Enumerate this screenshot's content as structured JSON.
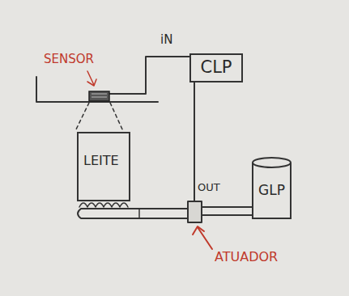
{
  "diagram": {
    "nodes": [
      {
        "text": [
          "CLP"
        ]
      },
      {
        "text": [
          "LEITE"
        ]
      },
      {
        "text": [
          "GLP"
        ]
      }
    ],
    "labels": [
      "SENSOR",
      "iN",
      "OUT",
      "ATUADOR"
    ]
  }
}
